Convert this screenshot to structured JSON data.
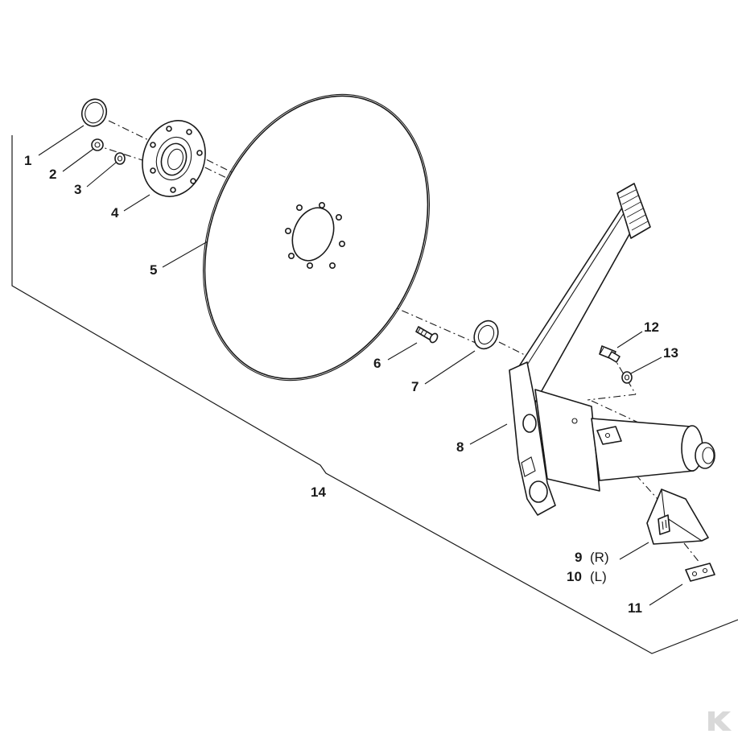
{
  "diagram": {
    "callouts": [
      {
        "id": "1",
        "text": "1"
      },
      {
        "id": "2",
        "text": "2"
      },
      {
        "id": "3",
        "text": "3"
      },
      {
        "id": "4",
        "text": "4"
      },
      {
        "id": "5",
        "text": "5"
      },
      {
        "id": "6",
        "text": "6"
      },
      {
        "id": "7",
        "text": "7"
      },
      {
        "id": "8",
        "text": "8"
      },
      {
        "id": "9",
        "text": "9",
        "side": "(R)"
      },
      {
        "id": "10",
        "text": "10",
        "side": "(L)"
      },
      {
        "id": "11",
        "text": "11"
      },
      {
        "id": "12",
        "text": "12"
      },
      {
        "id": "13",
        "text": "13"
      },
      {
        "id": "14",
        "text": "14"
      }
    ]
  }
}
